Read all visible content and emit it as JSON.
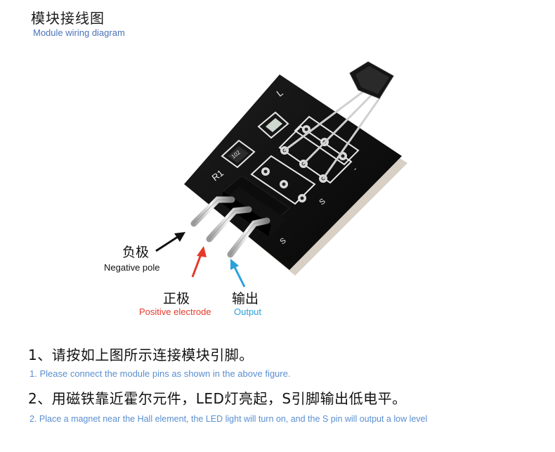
{
  "header": {
    "title_zh": "模块接线图",
    "title_en": "Module wiring diagram"
  },
  "diagram": {
    "board_marks": {
      "r1": "R1",
      "resistor_code": "102",
      "l": "L",
      "s_top": "S",
      "s_bottom": "S"
    },
    "pins": [
      {
        "zh": "负极",
        "en": "Negative pole",
        "color": "#111111"
      },
      {
        "zh": "正极",
        "en": "Positive electrode",
        "color": "#e53a2a"
      },
      {
        "zh": "输出",
        "en": "Output",
        "color": "#2aa1dc"
      }
    ]
  },
  "instructions": [
    {
      "zh": "1、请按如上图所示连接模块引脚。",
      "en": "1. Please connect the module pins as shown in the above figure."
    },
    {
      "zh": "2、用磁铁靠近霍尔元件，LED灯亮起，S引脚输出低电平。",
      "en": "2. Place a magnet near the Hall element, the LED light will turn on, and the S pin will output a low level"
    }
  ]
}
